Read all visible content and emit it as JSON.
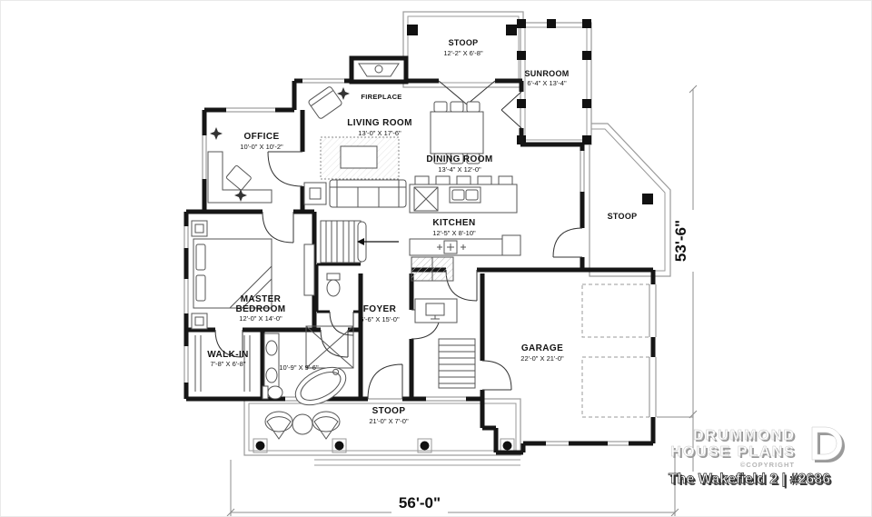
{
  "plan": {
    "stoop_top": {
      "name": "STOOP",
      "dims": "12'-2\" X 6'-8\""
    },
    "sunroom": {
      "name": "SUNROOM",
      "dims": "6'-4\" X 13'-4\""
    },
    "fireplace": {
      "name": "FIREPLACE"
    },
    "living": {
      "name": "LIVING ROOM",
      "dims": "13'-0\" X 17'-6\""
    },
    "dining": {
      "name": "DINING ROOM",
      "dims": "13'-4\" X 12'-0\""
    },
    "office": {
      "name": "OFFICE",
      "dims": "10'-0\" X 10'-2\""
    },
    "kitchen": {
      "name": "KITCHEN",
      "dims": "12'-5\" X 8'-10\""
    },
    "stoop_right": {
      "name": "STOOP"
    },
    "master": {
      "name": "MASTER",
      "name2": "BEDROOM",
      "dims": "12'-0\" X 14'-0\""
    },
    "walkin": {
      "name": "WALK-IN",
      "dims": "7'-8\" X 6'-8\""
    },
    "bath": {
      "dims": "10'-9\" X 9'-6\""
    },
    "foyer": {
      "name": "FOYER",
      "dims": "6'-6\" X 15'-0\""
    },
    "garage": {
      "name": "GARAGE",
      "dims": "22'-0\" X 21'-0\""
    },
    "stoop_bottom": {
      "name": "STOOP",
      "dims": "21'-0\" X 7'-0\""
    },
    "overall_width": "56'-0\"",
    "overall_height": "53'-6\""
  },
  "branding": {
    "brand_line1": "DRUMMOND",
    "brand_line2": "HOUSE PLANS",
    "copyright": "©COPYRIGHT",
    "plan_title": "The Wakefield 2 | #2686"
  },
  "colors": {
    "wall": "#161616",
    "porch_line": "#9a9a9a"
  }
}
